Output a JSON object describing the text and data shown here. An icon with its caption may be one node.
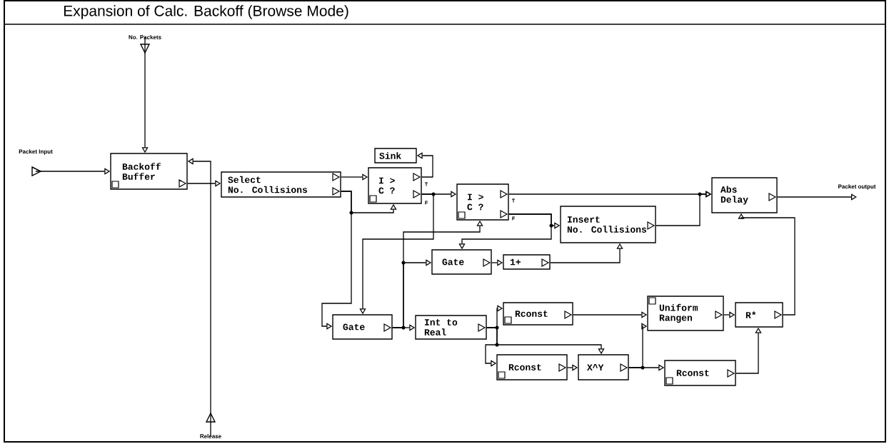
{
  "diagram": {
    "title": "Expansion of Calc. Backoff (Browse Mode)",
    "nodes": [
      {
        "text": [
          "Packet Input"
        ]
      },
      {
        "text": [
          "No. Packets"
        ]
      },
      {
        "text": [
          "Backoff Buffer"
        ]
      },
      {
        "text": [
          "Release"
        ]
      },
      {
        "text": [
          "Select No. Collisions"
        ]
      },
      {
        "text": [
          "Sink"
        ]
      },
      {
        "text": [
          "I > C ?"
        ],
        "beside": [
          "T",
          "F"
        ]
      },
      {
        "text": [
          "I > C ?"
        ],
        "beside": [
          "T",
          "F"
        ]
      },
      {
        "text": [
          "Insert No. Collisions"
        ]
      },
      {
        "text": [
          "Abs Delay"
        ]
      },
      {
        "text": [
          "Packet output"
        ]
      },
      {
        "text": [
          "Gate"
        ]
      },
      {
        "text": [
          "1+"
        ]
      },
      {
        "text": [
          "Gate"
        ]
      },
      {
        "text": [
          "Int to Real"
        ]
      },
      {
        "text": [
          "Rconst"
        ]
      },
      {
        "text": [
          "Rconst"
        ]
      },
      {
        "text": [
          "X^Y"
        ]
      },
      {
        "text": [
          "Uniform Rangen"
        ]
      },
      {
        "text": [
          "R*"
        ]
      },
      {
        "text": [
          "Rconst"
        ]
      }
    ],
    "edges": [
      {
        "from": 0,
        "to": 2,
        "arrow": "to"
      },
      {
        "from": 1,
        "to": 2,
        "arrow": "to"
      },
      {
        "from": 3,
        "to": 2,
        "arrow": "to"
      },
      {
        "from": 2,
        "to": 4,
        "arrow": "to"
      },
      {
        "from": 4,
        "to": 6,
        "arrow": "to"
      },
      {
        "from": 4,
        "to": 6,
        "arrow": "to"
      },
      {
        "from": 4,
        "to": 13,
        "arrow": "to"
      },
      {
        "from": 6,
        "to": 5,
        "arrow": "to"
      },
      {
        "from": 6,
        "to": 7,
        "arrow": "to"
      },
      {
        "from": 6,
        "to": 13,
        "arrow": "to"
      },
      {
        "from": 13,
        "to": 14,
        "arrow": "to"
      },
      {
        "from": 13,
        "to": 11,
        "arrow": "to"
      },
      {
        "from": 13,
        "to": 7,
        "arrow": "to"
      },
      {
        "from": 7,
        "to": 9,
        "arrow": "to"
      },
      {
        "from": 7,
        "to": 8,
        "arrow": "to"
      },
      {
        "from": 7,
        "to": 11,
        "arrow": "to"
      },
      {
        "from": 11,
        "to": 12,
        "arrow": "to"
      },
      {
        "from": 12,
        "to": 8,
        "arrow": "to"
      },
      {
        "from": 8,
        "to": 9,
        "arrow": "to"
      },
      {
        "from": 9,
        "to": 10,
        "arrow": "to"
      },
      {
        "from": 14,
        "to": 15,
        "arrow": "to"
      },
      {
        "from": 14,
        "to": 16,
        "arrow": "to"
      },
      {
        "from": 14,
        "to": 17,
        "arrow": "to"
      },
      {
        "from": 15,
        "to": 18,
        "arrow": "to"
      },
      {
        "from": 16,
        "to": 17,
        "arrow": "to"
      },
      {
        "from": 17,
        "to": 18,
        "arrow": "to"
      },
      {
        "from": 17,
        "to": 20,
        "arrow": "to"
      },
      {
        "from": 18,
        "to": 19,
        "arrow": "to"
      },
      {
        "from": 20,
        "to": 19,
        "arrow": "to"
      },
      {
        "from": 19,
        "to": 9,
        "arrow": "to"
      }
    ]
  }
}
